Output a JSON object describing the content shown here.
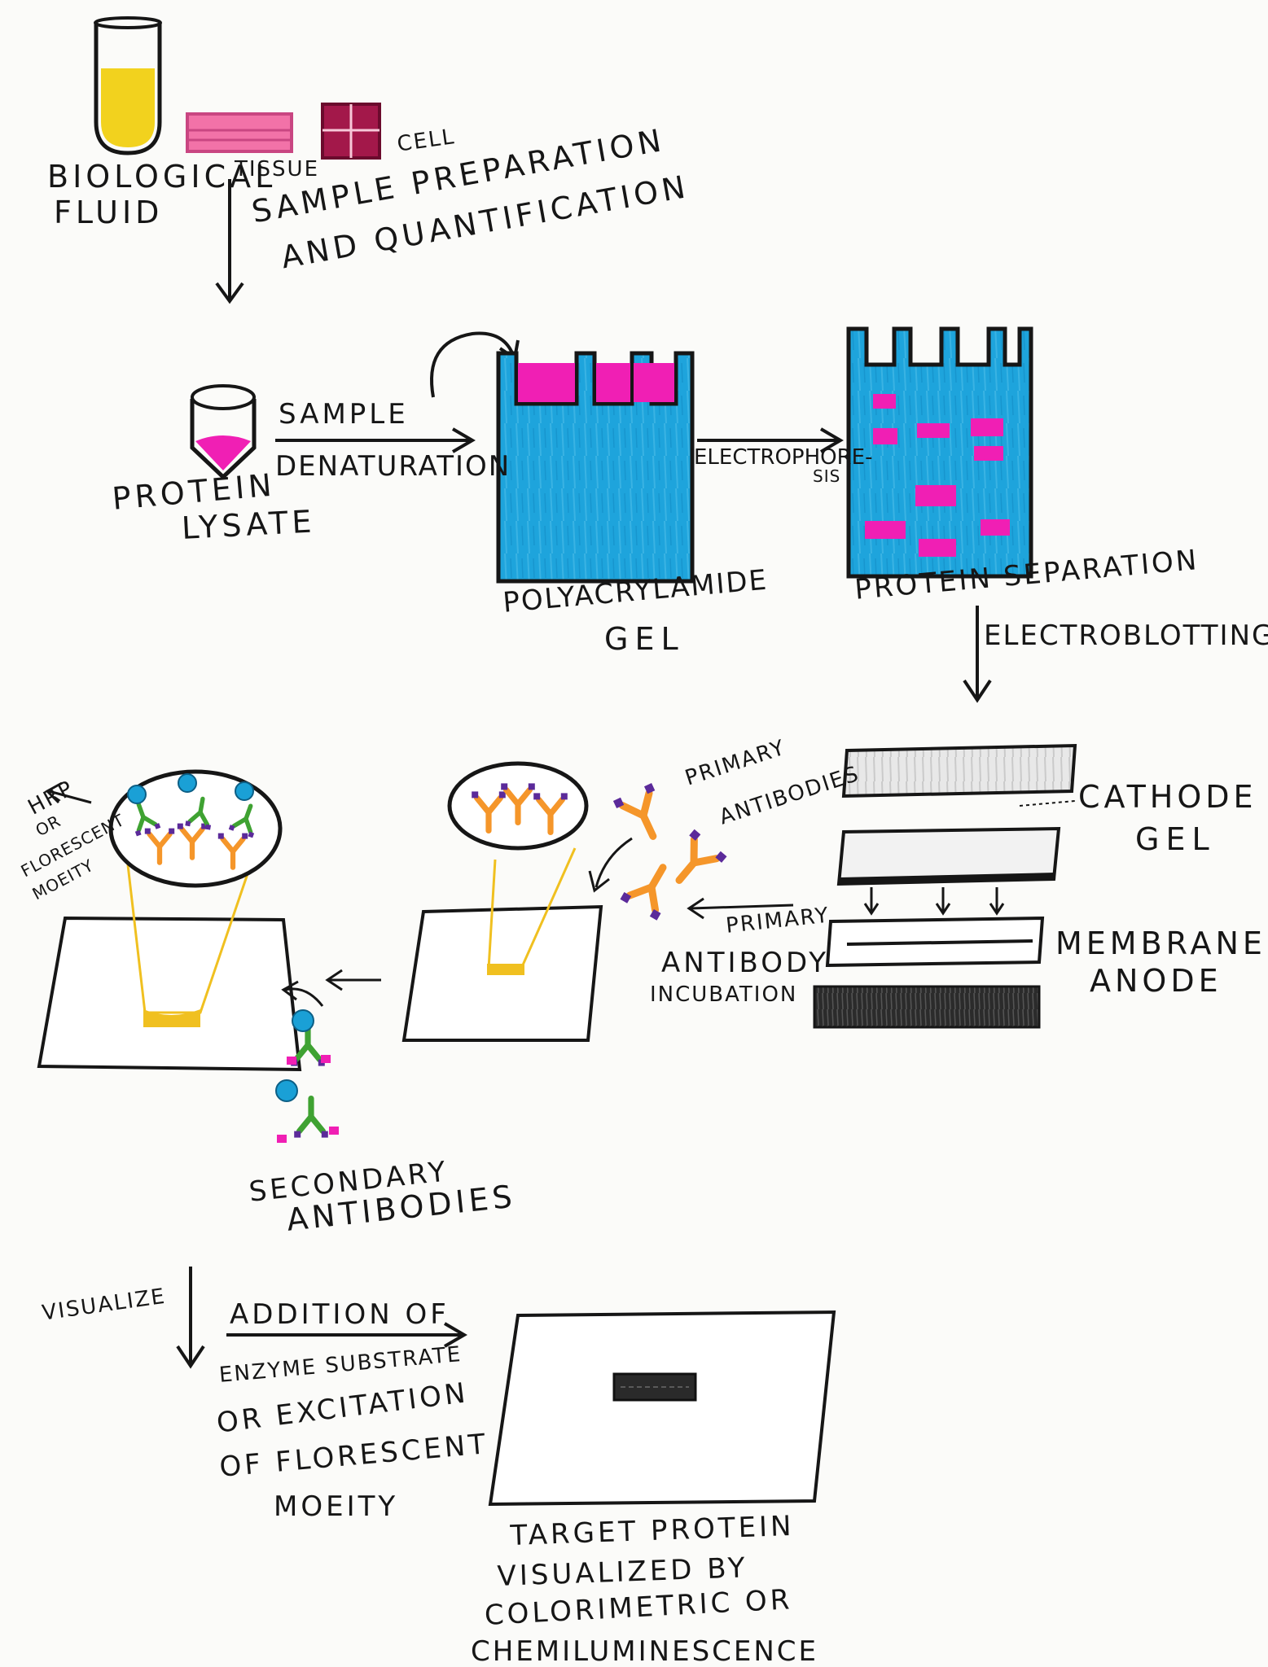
{
  "labels": {
    "biological_fluid_1": "BIOLOGICAL",
    "biological_fluid_2": "FLUID",
    "tissue": "TISSUE",
    "cell": "CELL",
    "sample_prep_1": "SAMPLE PREPARATION",
    "sample_prep_2": "AND QUANTIFICATION",
    "protein_lysate_1": "PROTEIN",
    "protein_lysate_2": "LYSATE",
    "sample_denaturation_1": "SAMPLE",
    "sample_denaturation_2": "DENATURATION",
    "electrophoresis_1": "ELECTROPHORE-",
    "electrophoresis_2": "SIS",
    "polyacrylamide_1": "POLYACRYLAMIDE",
    "polyacrylamide_2": "GEL",
    "protein_separation": "PROTEIN SEPARATION",
    "electroblotting": "ELECTROBLOTTING",
    "cathode": "CATHODE",
    "gel": "GEL",
    "membrane": "MEMBRANE",
    "anode": "ANODE",
    "primary_antibodies_1": "PRIMARY",
    "primary_antibodies_2": "ANTIBODIES",
    "primary_incubation_1": "PRIMARY",
    "primary_incubation_2": "ANTIBODY",
    "primary_incubation_3": "INCUBATION",
    "hrp_1": "HRP",
    "hrp_2": "OR",
    "hrp_3": "FLORESCENT",
    "hrp_4": "MOEITY",
    "secondary_1": "SECONDARY",
    "secondary_2": "ANTIBODIES",
    "visualize": "VISUALIZE",
    "addition_1": "ADDITION OF",
    "addition_2": "ENZYME SUBSTRATE",
    "addition_3": "OR EXCITATION",
    "addition_4": "OF FLORESCENT",
    "addition_5": "MOEITY",
    "target_1": "TARGET PROTEIN",
    "target_2": "VISUALIZED BY",
    "target_3": "COLORIMETRIC OR",
    "target_4": "CHEMILUMINESCENCE"
  },
  "colors": {
    "ink": "#161616",
    "gel_blue": "#1ea4dc",
    "protein_magenta": "#f01fb4",
    "fluid_yellow": "#f2d21e",
    "tissue_pink": "#f272a8",
    "cell_maroon": "#a3184a",
    "antibody_orange": "#f5962a",
    "antibody_green": "#3fa232",
    "conjugate_blue": "#1aa0d6",
    "antibody_purple": "#5b2a9a",
    "membrane_gold": "#f0c020",
    "band_black": "#2a2a2a"
  },
  "icons": [
    "test-tube-icon",
    "tissue-slab-icon",
    "cell-icon",
    "lysate-tube-icon",
    "gel-icon",
    "separated-gel-icon",
    "blot-sandwich-icon",
    "primary-antibody-icon",
    "secondary-antibody-icon",
    "membrane-icon",
    "target-band-icon",
    "arrow-icon"
  ]
}
